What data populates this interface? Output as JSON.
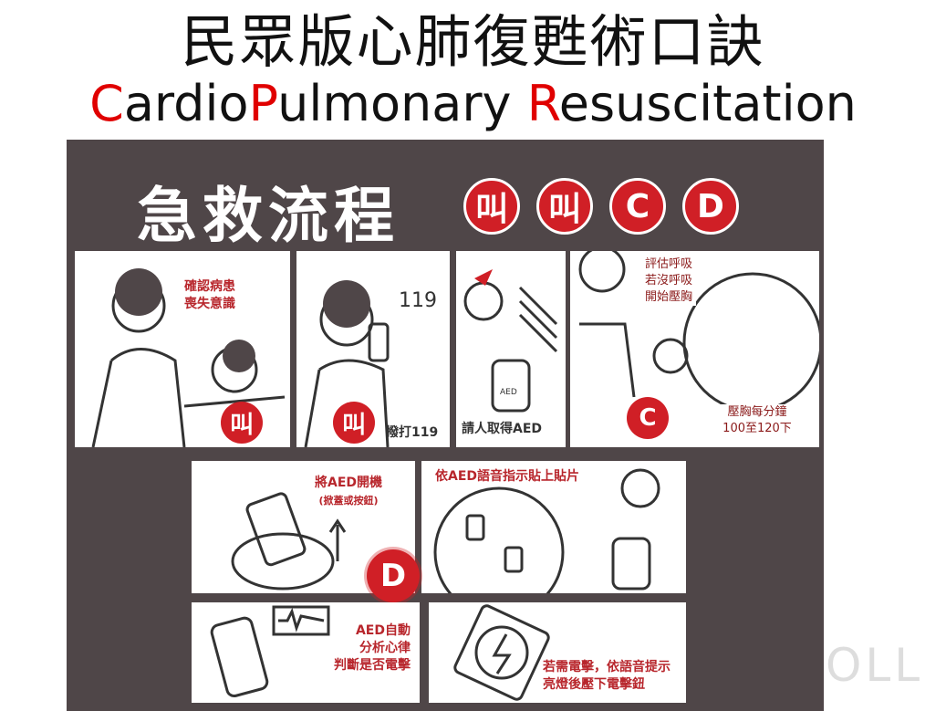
{
  "title": "民眾版心肺復甦術口訣",
  "subtitle": {
    "parts": [
      "C",
      "ardio",
      "P",
      "ulmonary ",
      "R",
      "esuscitation"
    ]
  },
  "poster": {
    "heading": "急救流程",
    "badges": [
      "叫",
      "叫",
      "C",
      "D"
    ],
    "steps": [
      {
        "caption_lines": [
          "確認病患",
          "喪失意識"
        ],
        "badge": "叫"
      },
      {
        "caption": "撥打119",
        "bubble": "119",
        "badge": "叫"
      },
      {
        "caption": "請人取得AED",
        "device_label": "AED"
      },
      {
        "caption_lines": [
          "評估呼吸",
          "若沒呼吸",
          "開始壓胸"
        ],
        "note_lines": [
          "壓胸每分鐘",
          "100至120下"
        ],
        "badge": "C"
      },
      {
        "caption_lines": [
          "將AED開機",
          "(掀蓋或按鈕)"
        ]
      },
      {
        "caption": "依AED語音指示貼上貼片",
        "badge": "D"
      },
      {
        "caption_lines": [
          "AED自動",
          "分析心律",
          "判斷是否電擊"
        ]
      },
      {
        "caption_lines": [
          "若需電擊，依語音提示",
          "亮燈後壓下電擊鈕"
        ]
      }
    ]
  },
  "watermark": "OLL"
}
